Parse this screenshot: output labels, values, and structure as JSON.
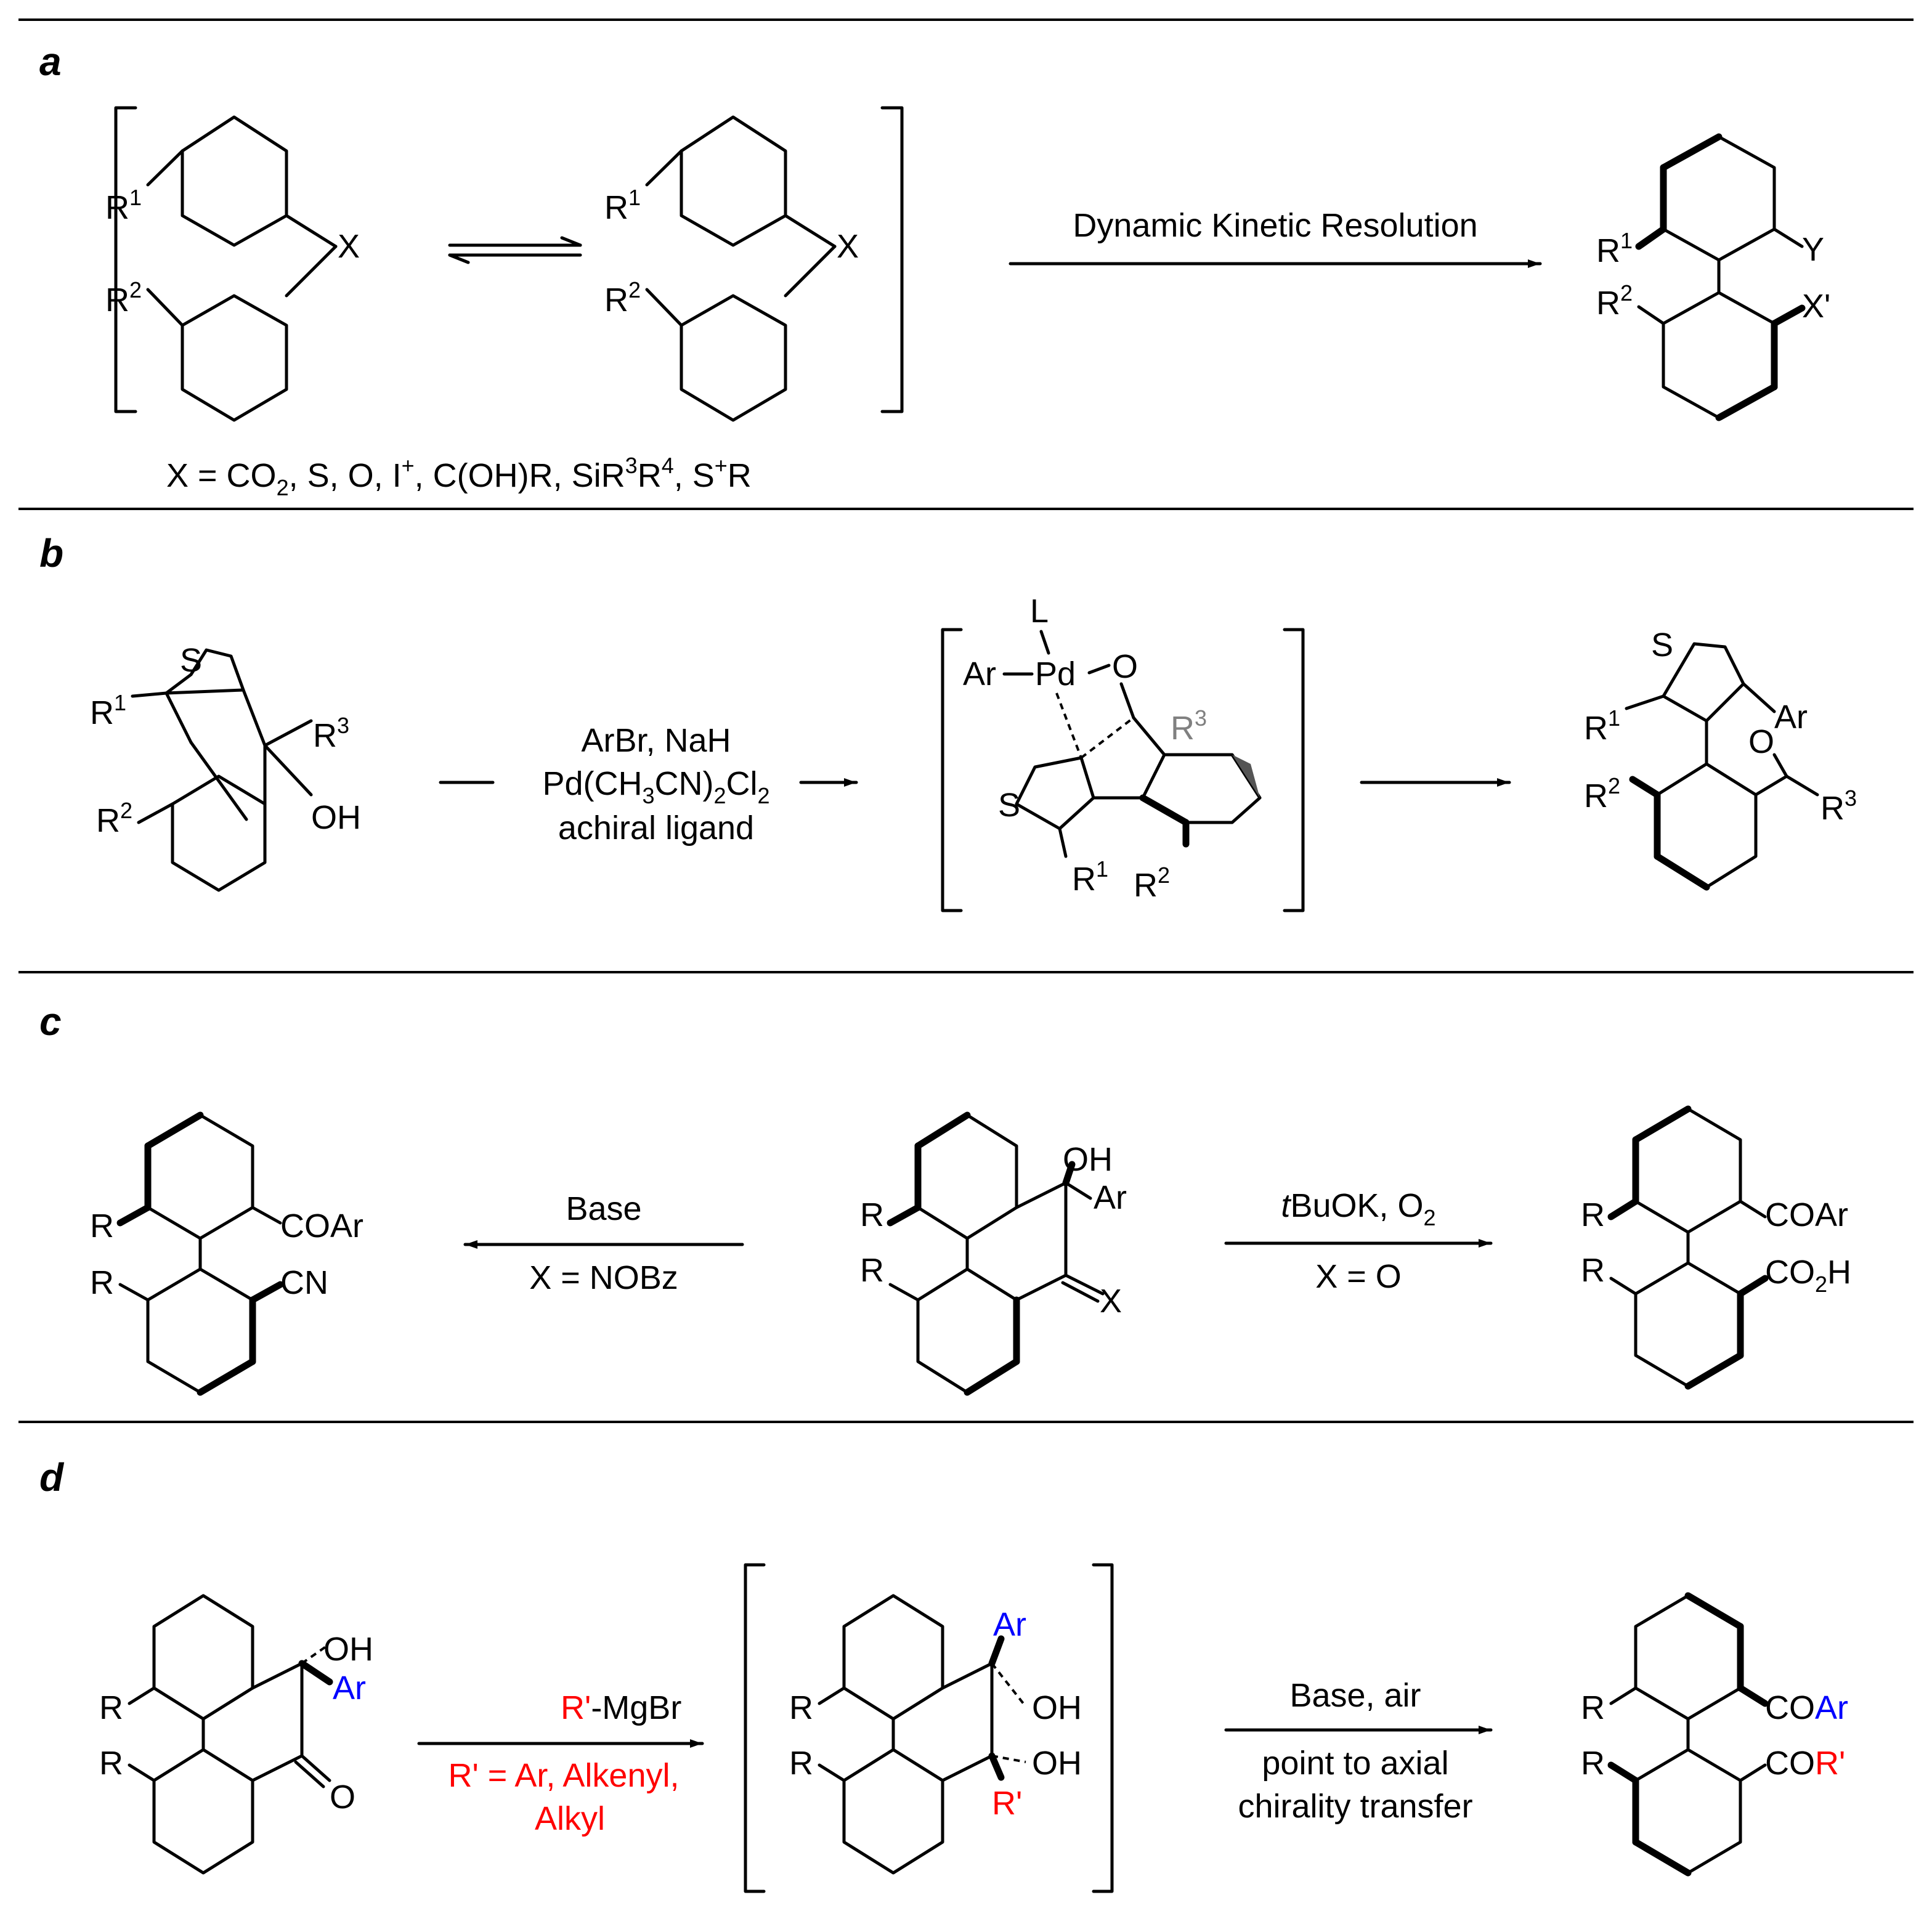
{
  "panels": {
    "a": {
      "letter": "a",
      "r1": "R",
      "r1_sup": "1",
      "r2": "R",
      "r2_sup": "2",
      "x": "X",
      "arrow_label": "Dynamic Kinetic Resolution",
      "prod_y": "Y",
      "prod_x": "X'",
      "x_def": {
        "p1": "X = CO",
        "s1": "2",
        "p2": ", S, O, I",
        "s2": "+",
        "p3": ", C(OH)R, SiR",
        "s3": "3",
        "p4": "R",
        "s4": "4",
        "p5": ", S",
        "s5": "+",
        "p6": "R"
      }
    },
    "b": {
      "letter": "b",
      "s": "S",
      "r1": "R",
      "r1_sup": "1",
      "r2": "R",
      "r2_sup": "2",
      "r3": "R",
      "r3_sup": "3",
      "oh": "OH",
      "cond1": "ArBr, NaH",
      "cond2_pre": "Pd(CH",
      "cond2_s1": "3",
      "cond2_mid": "CN)",
      "cond2_s2": "2",
      "cond2_cl": "Cl",
      "cond2_s3": "2",
      "cond3": "achiral ligand",
      "l": "L",
      "ar": "Ar",
      "pd": "Pd",
      "o": "O",
      "prod_ar": "Ar",
      "prod_o": "O"
    },
    "c": {
      "letter": "c",
      "r": "R",
      "coar": "COAr",
      "cn": "CN",
      "left_cond": "Base",
      "left_x": "X = NOBz",
      "oh": "OH",
      "ar": "Ar",
      "x": "X",
      "right_cond_t": "t",
      "right_cond_rest": "BuOK, O",
      "right_cond_sub": "2",
      "right_x": "X = O",
      "co2h_pre": "CO",
      "co2h_sub": "2",
      "co2h_h": "H"
    },
    "d": {
      "letter": "d",
      "r": "R",
      "oh": "OH",
      "ar": "Ar",
      "o": "O",
      "reagent_red": "R'",
      "reagent_black": "-MgBr",
      "rdef1": "R' = Ar, Alkenyl,",
      "rdef2": "Alkyl",
      "int_ar": "Ar",
      "int_rp": "R'",
      "cond": "Base, air",
      "transfer1": "point to axial",
      "transfer2": "chirality transfer",
      "co": "CO",
      "co_ar": "Ar",
      "co_rp": "R'"
    }
  },
  "colors": {
    "red": "#ff0000",
    "blue": "#0000ff",
    "grey": "#808080"
  }
}
